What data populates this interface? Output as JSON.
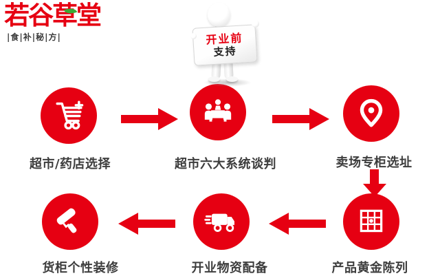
{
  "brand": {
    "logo_text": "若谷草堂",
    "tagline": "|食|补|秘|方|",
    "logo_color": "#e60012",
    "leaf_color": "#3aa935"
  },
  "mascot": {
    "sign_line1": "开业前",
    "sign_line2": "支持",
    "sign_line1_color": "#e60012",
    "sign_line2_color": "#222222"
  },
  "flow": {
    "accent_color": "#e60012",
    "label_color": "#3d3d3d",
    "steps": [
      {
        "icon": "shopping-cart-icon",
        "label": "超市/药店选择"
      },
      {
        "icon": "meeting-table-icon",
        "label": "超市六大系统谈判"
      },
      {
        "icon": "location-pin-icon",
        "label": "卖场专柜选址"
      },
      {
        "icon": "shelf-grid-icon",
        "label": "产品黄金陈列"
      },
      {
        "icon": "delivery-truck-icon",
        "label": "开业物资配备"
      },
      {
        "icon": "paint-roller-icon",
        "label": "货柜个性装修"
      }
    ],
    "arrow_directions": [
      "right",
      "right",
      "down",
      "left",
      "left"
    ]
  }
}
